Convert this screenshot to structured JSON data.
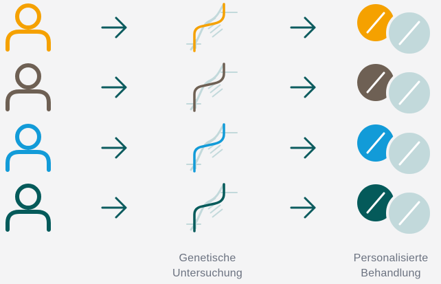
{
  "colors": {
    "light": "#c2d9db",
    "rows": [
      "#f5a100",
      "#6e6054",
      "#129bd8",
      "#045a5a"
    ],
    "arrow": "#0c5b5e",
    "caption": "#6b7280"
  },
  "icons": {
    "person": "person-icon",
    "arrow": "arrow-right-icon",
    "dna": "dna-icon",
    "pill": "pill-icon"
  },
  "captions": {
    "genetic": {
      "line1": "Genetische",
      "line2": "Untersuchung"
    },
    "treatment": {
      "line1": "Personalisierte",
      "line2": "Behandlung"
    }
  }
}
